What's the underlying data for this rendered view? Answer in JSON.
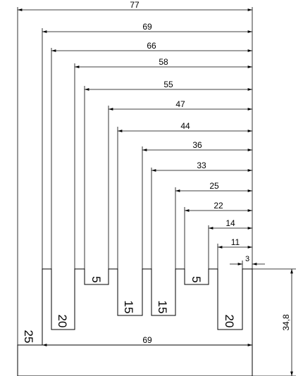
{
  "drawing": {
    "top_dimensions": [
      "77",
      "69",
      "66",
      "58",
      "55",
      "47",
      "44",
      "36",
      "33",
      "25",
      "22",
      "14",
      "11",
      "3"
    ],
    "slot_depths": [
      "5",
      "15",
      "15",
      "5"
    ],
    "outer_depths": [
      "20",
      "20"
    ],
    "base_height": "25",
    "inner_width": "69",
    "total_height": "34,8"
  }
}
